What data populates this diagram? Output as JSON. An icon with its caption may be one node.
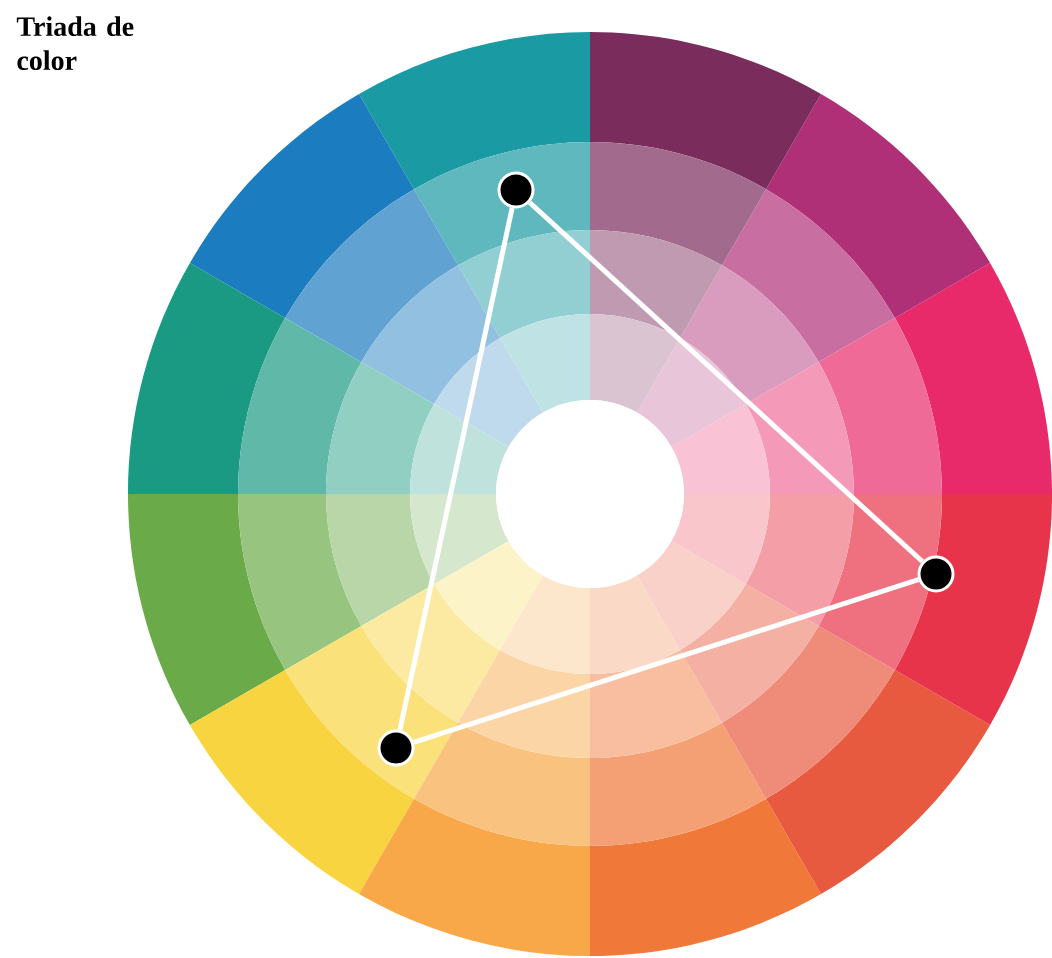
{
  "diagram": {
    "title": "Triada de color",
    "nodes": [
      {
        "text": [],
        "shape": "circle"
      },
      {
        "text": [],
        "shape": "circle"
      },
      {
        "text": [],
        "shape": "circle"
      }
    ],
    "edges": [
      {
        "from": 0,
        "to": 1,
        "arrow": "none"
      },
      {
        "from": 1,
        "to": 2,
        "arrow": "none"
      },
      {
        "from": 2,
        "to": 0,
        "arrow": "none"
      }
    ]
  }
}
